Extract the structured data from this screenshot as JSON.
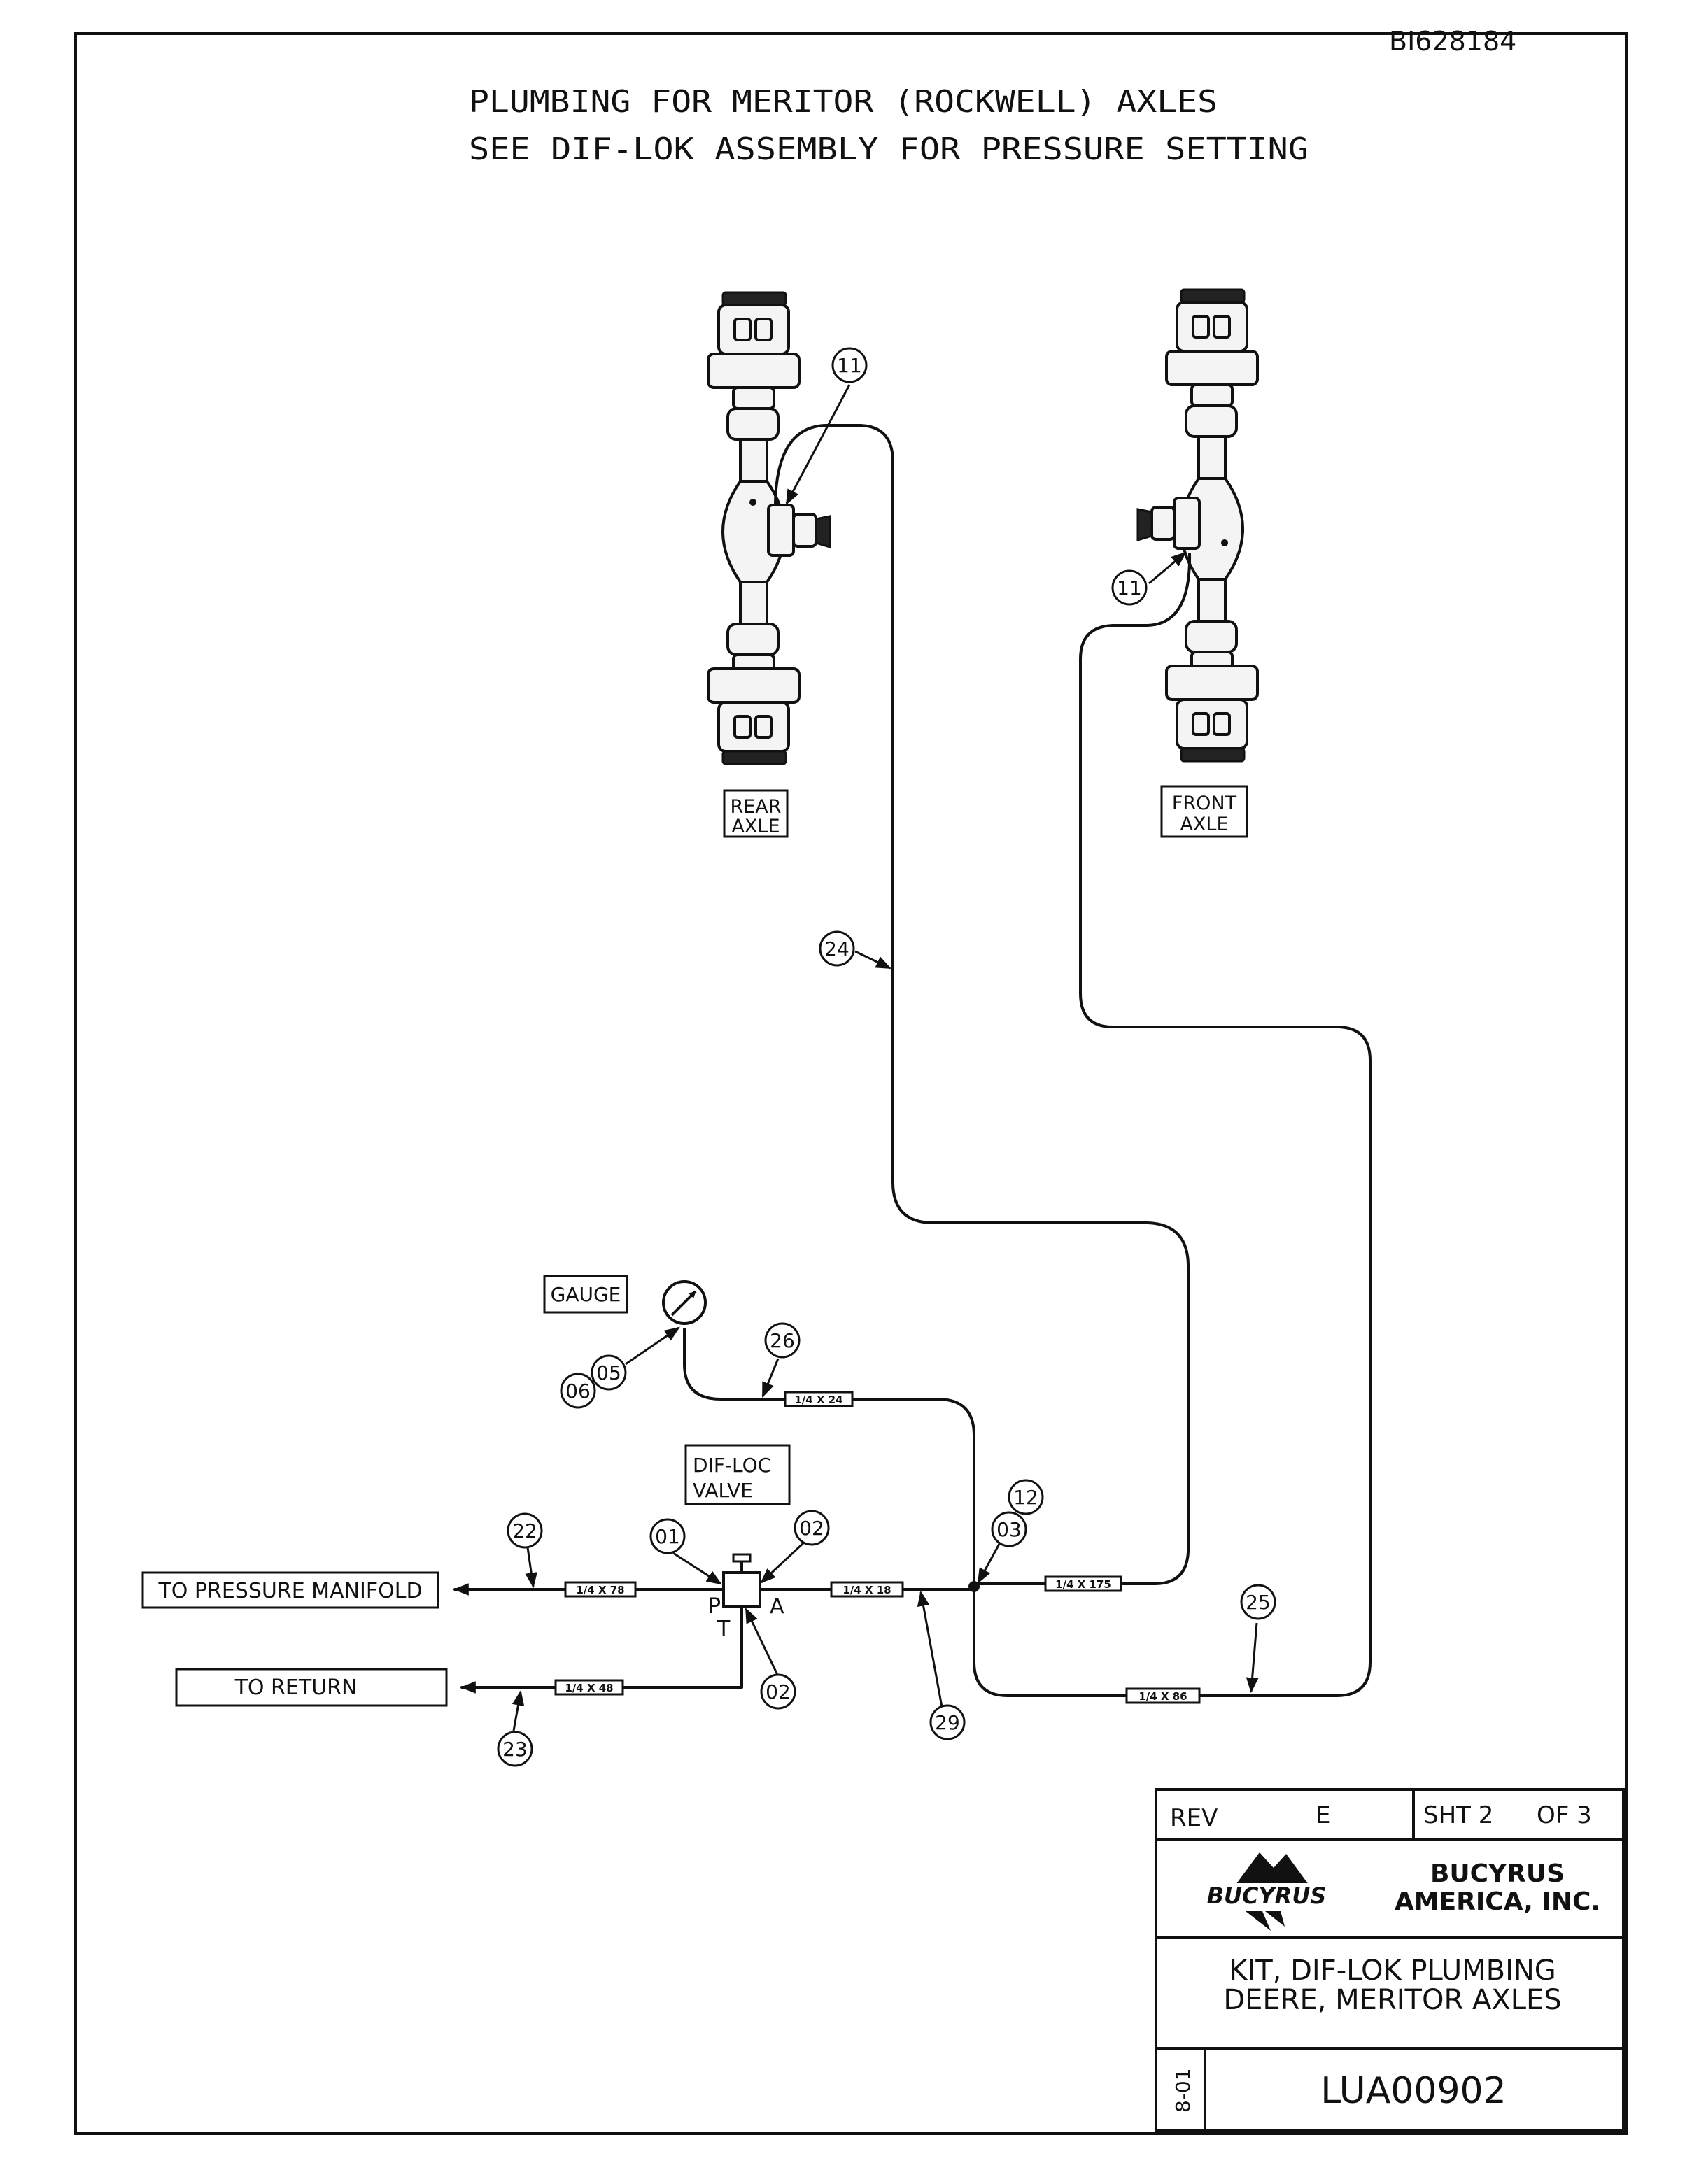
{
  "doc_code": "BI628184",
  "title": {
    "line1": "PLUMBING FOR MERITOR (ROCKWELL) AXLES",
    "line2": "SEE DIF-LOK ASSEMBLY FOR PRESSURE SETTING"
  },
  "axles": {
    "rear": {
      "line1": "REAR",
      "line2": "AXLE"
    },
    "front": {
      "line1": "FRONT",
      "line2": "AXLE"
    }
  },
  "labels": {
    "gauge": "GAUGE",
    "valve_line1": "DIF-LOC",
    "valve_line2": "VALVE",
    "to_pressure_manifold": "TO PRESSURE MANIFOLD",
    "to_return": "TO RETURN",
    "port_p": "P",
    "port_t": "T",
    "port_a": "A"
  },
  "hose_tags": {
    "h22": "1/4 X 78",
    "h23": "1/4 X 48",
    "h29": "1/4 X 18",
    "h24": "1/4 X 175",
    "h25": "1/4 X 86",
    "h26": "1/4 X 24"
  },
  "bubbles": {
    "b11_rear": "11",
    "b11_front": "11",
    "b24": "24",
    "b26": "26",
    "b05": "05",
    "b06": "06",
    "b01": "01",
    "b02_top": "02",
    "b02_bot": "02",
    "b22": "22",
    "b23": "23",
    "b29": "29",
    "b12": "12",
    "b03": "03",
    "b25": "25"
  },
  "title_block": {
    "rev_label": "REV",
    "rev_value": "E",
    "sheet": "SHT 2",
    "of": "OF 3",
    "company_line1": "BUCYRUS",
    "company_line2": "AMERICA, INC.",
    "logo_text": "BUCYRUS",
    "description_line1": "KIT, DIF-LOK PLUMBING",
    "description_line2": "DEERE, MERITOR AXLES",
    "date": "8-01",
    "part_number": "LUA00902"
  }
}
